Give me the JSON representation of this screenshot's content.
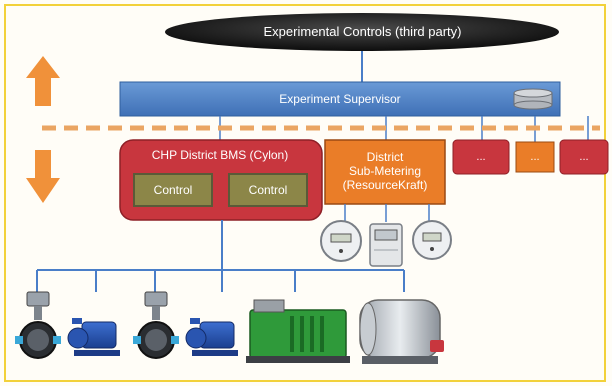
{
  "diagram": {
    "top": "Experimental Controls (third party)",
    "supervisor": "Experiment Supervisor",
    "bms": {
      "title": "CHP District BMS (Cylon)",
      "controls": [
        "Control",
        "Control"
      ]
    },
    "submetering": "District\nSub-Metering\n(ResourceKraft)",
    "other_systems": [
      "...",
      "...",
      "..."
    ]
  },
  "colors": {
    "blue": "#5182c4",
    "red": "#c8363e",
    "orange": "#ea7d28",
    "olive": "#8c8648",
    "arrow": "#f0913a",
    "dash": "#eaa563",
    "line": "#4a7ec8",
    "frame": "#f2d13a"
  },
  "icons": {
    "arrows": [
      "up-arrow-icon",
      "down-arrow-icon"
    ],
    "database": "database-icon",
    "meters": [
      "electricity-meter-icon",
      "gas-meter-icon",
      "heat-meter-icon"
    ],
    "equipment": [
      "valve-icon",
      "pump-icon",
      "valve-icon",
      "pump-icon",
      "chp-generator-icon",
      "boiler-icon"
    ]
  }
}
